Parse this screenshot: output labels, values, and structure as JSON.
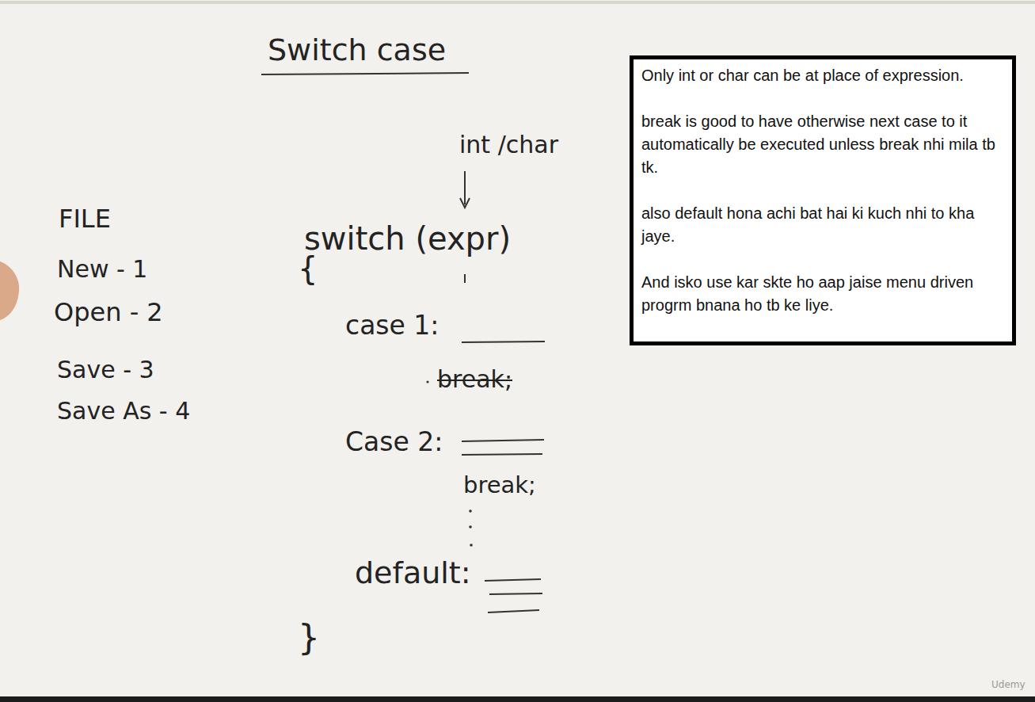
{
  "diagram": {
    "title": "Switch case",
    "nodes": [
      {
        "text": [
          "Only int or char can be at place of expression.",
          "break is good to have otherwise next case to it automatically be executed unless break nhi mila tb tk.",
          "also default hona achi bat hai ki kuch nhi to kha jaye.",
          "And isko use kar skte ho aap jaise menu driven progrm bnana ho tb ke liye."
        ]
      }
    ],
    "labels": [
      "int /char",
      "switch (expr)",
      "{",
      "case 1:",
      "break;",
      "Case 2:",
      "break;",
      "default:",
      "}",
      "FILE",
      "New - 1",
      "Open - 2",
      "Save - 3",
      "Save As - 4",
      "Udemy"
    ]
  }
}
